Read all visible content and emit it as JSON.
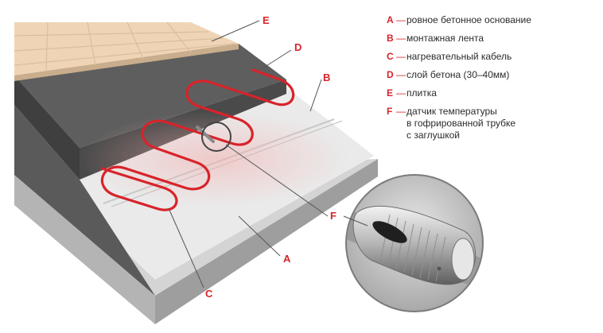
{
  "accent_color": "#d8232a",
  "callouts": {
    "A": "A",
    "B": "B",
    "C": "C",
    "D": "D",
    "E": "E",
    "F": "F"
  },
  "legend": {
    "dash": "—",
    "items": [
      {
        "letter": "A",
        "lines": [
          "ровное бетонное основание"
        ]
      },
      {
        "letter": "B",
        "lines": [
          "монтажная лента"
        ]
      },
      {
        "letter": "C",
        "lines": [
          "нагревательный кабель"
        ]
      },
      {
        "letter": "D",
        "lines": [
          "слой бетона (30–40мм)"
        ]
      },
      {
        "letter": "E",
        "lines": [
          "плитка"
        ]
      },
      {
        "letter": "F",
        "lines": [
          "датчик температуры",
          "в гофрированной трубке",
          "с заглушкой"
        ]
      }
    ]
  }
}
